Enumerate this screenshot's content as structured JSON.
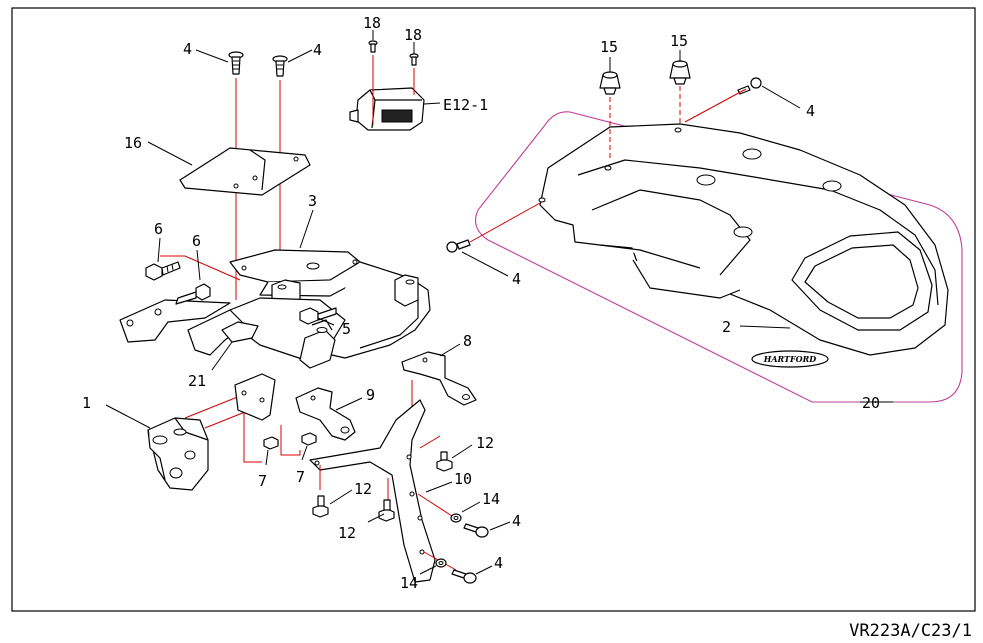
{
  "diagram": {
    "drawing_code": "VR223A/C23/1",
    "brand_label": "HARTFORD",
    "callouts": {
      "c1": "1",
      "c2": "2",
      "c3": "3",
      "c4a": "4",
      "c4b": "4",
      "c4c": "4",
      "c4d": "4",
      "c4e": "4",
      "c4f": "4",
      "c5": "5",
      "c6a": "6",
      "c6b": "6",
      "c7a": "7",
      "c7b": "7",
      "c8": "8",
      "c9": "9",
      "c10": "10",
      "c12a": "12",
      "c12b": "12",
      "c12c": "12",
      "c14a": "14",
      "c14b": "14",
      "c15a": "15",
      "c15b": "15",
      "c16": "16",
      "c18a": "18",
      "c18b": "18",
      "c20": "20",
      "c21": "21",
      "ce12": "E12-1"
    },
    "colors": {
      "frame": "#000000",
      "assembly_lines": "#d40000",
      "group_outline": "#c23c9a",
      "background": "#ffffff"
    }
  }
}
